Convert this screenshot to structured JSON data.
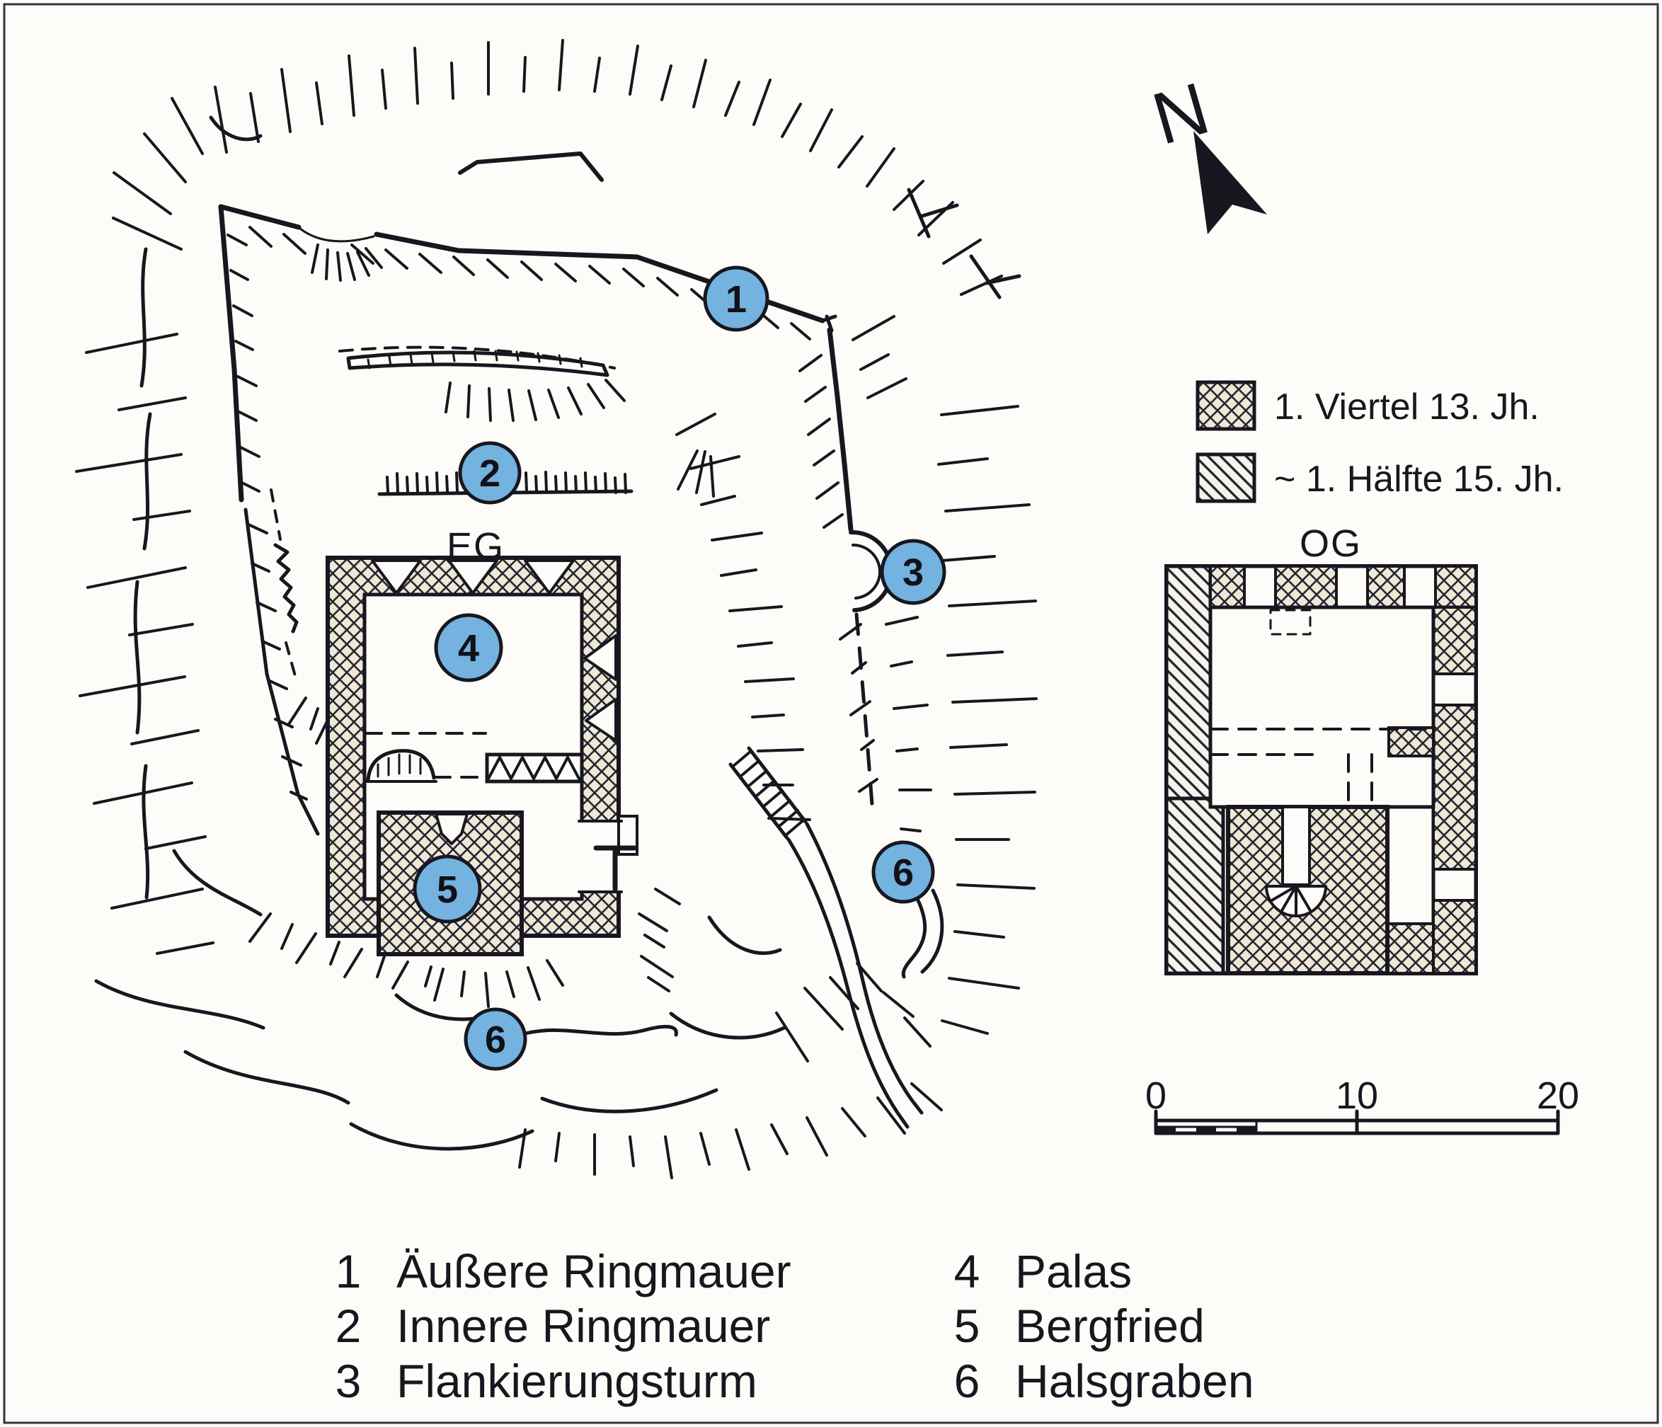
{
  "compass": {
    "label": "N"
  },
  "plans": {
    "eg_label": "EG",
    "og_label": "OG"
  },
  "markers": {
    "m1": "1",
    "m2": "2",
    "m3": "3",
    "m4": "4",
    "m5": "5",
    "m6_right": "6",
    "m6_bottom": "6"
  },
  "period_legend": {
    "items": [
      {
        "pattern": "cross-hatch",
        "label": "1. Viertel 13. Jh."
      },
      {
        "pattern": "diagonal-hatch",
        "label": "~ 1. Hälfte 15. Jh."
      }
    ]
  },
  "scale_bar": {
    "tick_0": "0",
    "tick_10": "10",
    "tick_20": "20"
  },
  "legend": {
    "columns": [
      {
        "items": [
          {
            "num": "1",
            "label": "Äußere Ringmauer"
          },
          {
            "num": "2",
            "label": "Innere Ringmauer"
          },
          {
            "num": "3",
            "label": "Flankierungsturm"
          }
        ]
      },
      {
        "items": [
          {
            "num": "4",
            "label": "Palas"
          },
          {
            "num": "5",
            "label": "Bergfried"
          },
          {
            "num": "6",
            "label": "Halsgraben"
          }
        ]
      }
    ]
  },
  "colors": {
    "marker_fill": "#74b2e0",
    "ink": "#17171f",
    "wall_tint": "#efe8d7"
  }
}
